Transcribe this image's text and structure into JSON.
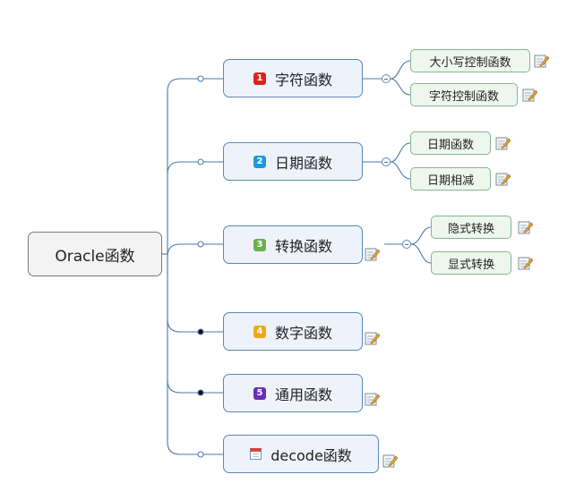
{
  "root": {
    "label": "Oracle函数"
  },
  "topics": [
    {
      "index_label": "1",
      "label": "字符函数",
      "badge_color": "#d9261c",
      "has_note": false,
      "children": [
        {
          "label": "大小写控制函数"
        },
        {
          "label": "字符控制函数"
        }
      ]
    },
    {
      "index_label": "2",
      "label": "日期函数",
      "badge_color": "#1c9ad9",
      "has_note": false,
      "children": [
        {
          "label": "日期函数"
        },
        {
          "label": "日期相减"
        }
      ]
    },
    {
      "index_label": "3",
      "label": "转换函数",
      "badge_color": "#6ab04c",
      "has_note": true,
      "children": [
        {
          "label": "隐式转换"
        },
        {
          "label": "显式转换"
        }
      ]
    },
    {
      "index_label": "4",
      "label": "数字函数",
      "badge_color": "#f0a818",
      "has_note": true,
      "children": []
    },
    {
      "index_label": "5",
      "label": "通用函数",
      "badge_color": "#6a2fb8",
      "has_note": true,
      "children": []
    },
    {
      "index_label": "",
      "label": "decode函数",
      "icon": "calendar-icon",
      "has_note": true,
      "children": []
    }
  ],
  "colors": {
    "connector": "#5b87b5",
    "topic_fill": "#eef3fb",
    "subtopic_fill": "#eef7ee",
    "subtopic_border": "#86b58d"
  }
}
